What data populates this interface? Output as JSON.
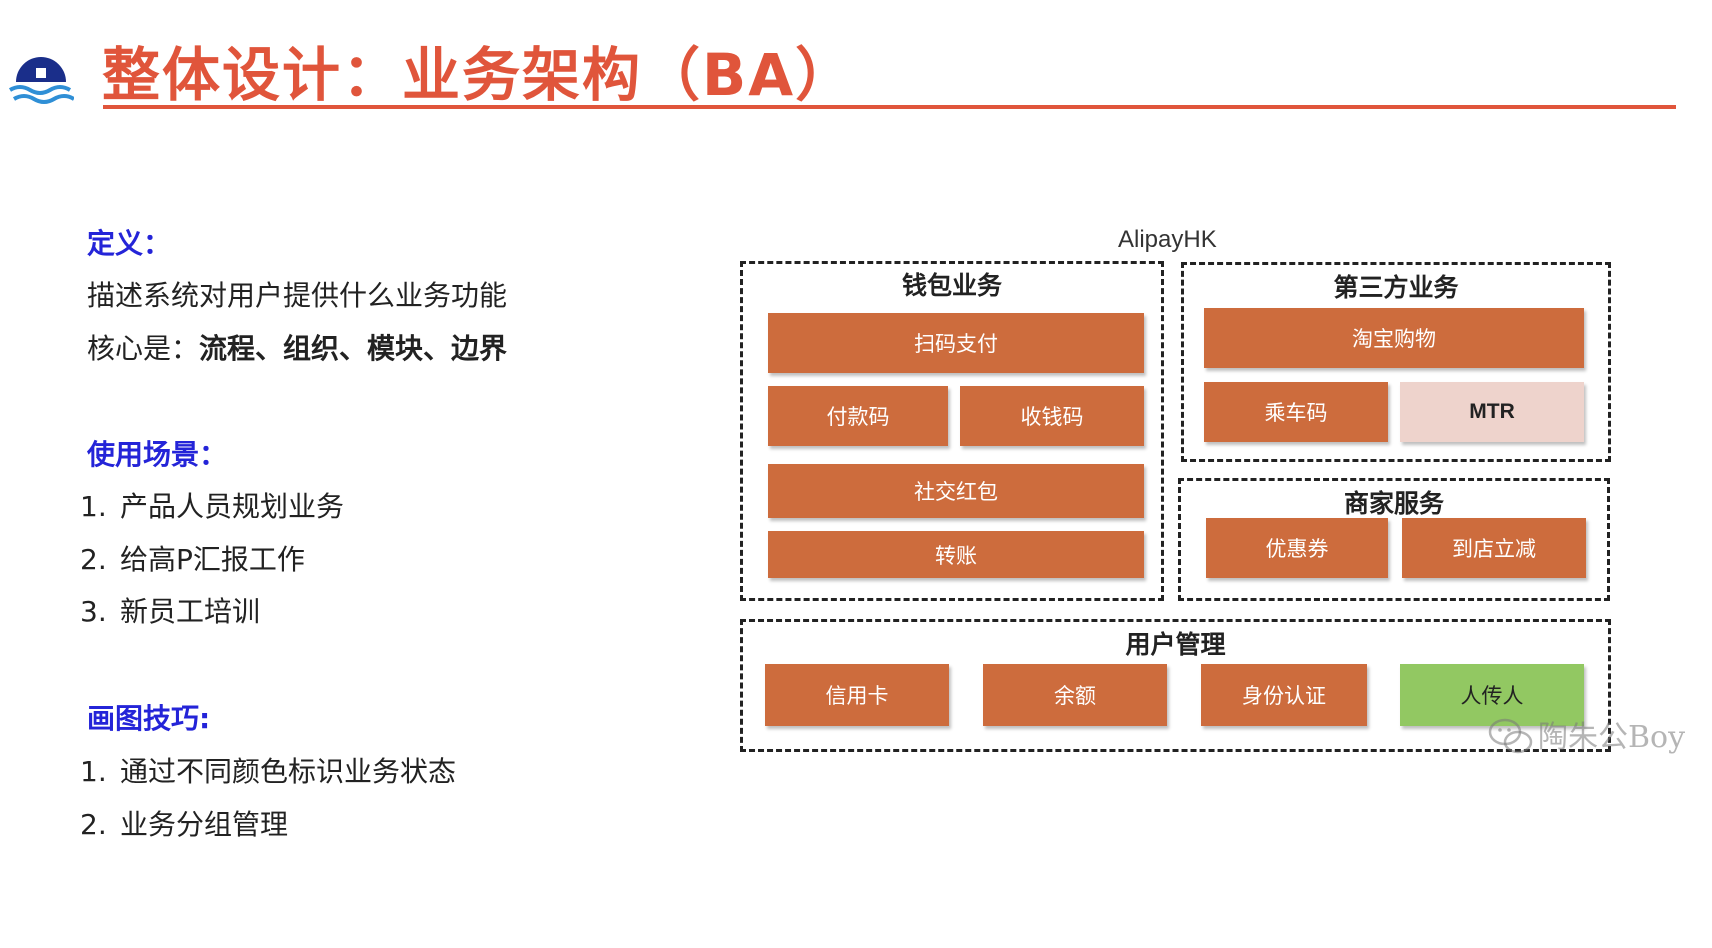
{
  "header": {
    "title": "整体设计：业务架构（BA）"
  },
  "definition": {
    "heading": "定义：",
    "line1": "描述系统对用户提供什么业务功能",
    "line2_prefix": "核心是：",
    "line2_bold": "流程、组织、模块、边界"
  },
  "scenarios": {
    "heading": "使用场景：",
    "items": [
      {
        "num": "1.",
        "text": "产品人员规划业务"
      },
      {
        "num": "2.",
        "text": "给高P汇报工作"
      },
      {
        "num": "3.",
        "text": "新员工培训"
      }
    ]
  },
  "tips": {
    "heading": "画图技巧:",
    "items": [
      {
        "num": "1.",
        "text": "通过不同颜色标识业务状态"
      },
      {
        "num": "2.",
        "text": "业务分组管理"
      }
    ]
  },
  "diagram": {
    "title": "AlipayHK",
    "wallet": {
      "label": "钱包业务",
      "items": [
        "扫码支付",
        "付款码",
        "收钱码",
        "社交红包",
        "转账"
      ]
    },
    "third_party": {
      "label": "第三方业务",
      "items": [
        "淘宝购物",
        "乘车码",
        "MTR"
      ]
    },
    "merchant": {
      "label": "商家服务",
      "items": [
        "优惠券",
        "到店立减"
      ]
    },
    "user_mgmt": {
      "label": "用户管理",
      "items": [
        "信用卡",
        "余额",
        "身份认证",
        "人传人"
      ]
    }
  },
  "watermark": "陶朱公Boy",
  "colors": {
    "accent": "#e0553b",
    "heading_blue": "#2424d8",
    "box_orange": "#cd6c3d",
    "box_pink": "#eed3cc",
    "box_green": "#92c862"
  }
}
